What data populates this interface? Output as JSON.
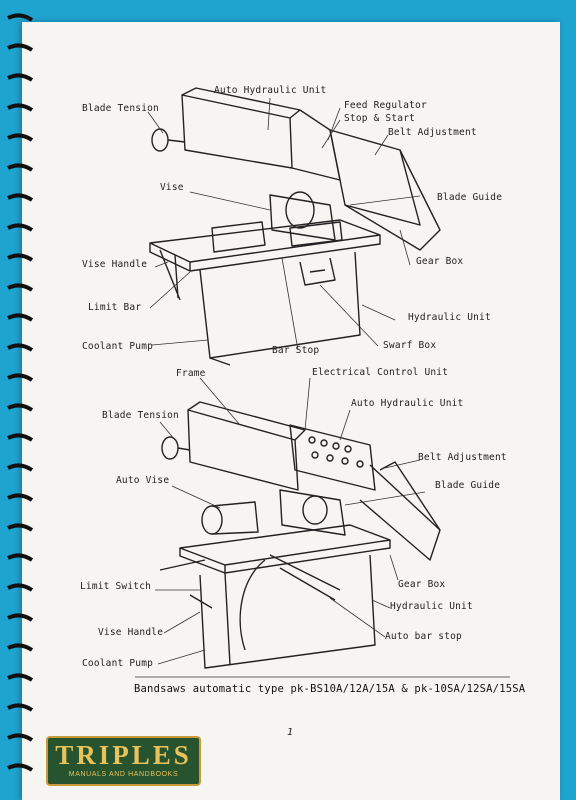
{
  "diagram1": {
    "labels": {
      "auto_hydraulic_unit": "Auto Hydraulic Unit",
      "blade_tension": "Blade Tension",
      "feed_regulator": "Feed Regulator",
      "stop_start": "Stop & Start",
      "belt_adjustment": "Belt Adjustment",
      "vise": "Vise",
      "blade_guide": "Blade Guide",
      "vise_handle": "Vise Handle",
      "gear_box": "Gear Box",
      "limit_bar": "Limit Bar",
      "hydraulic_unit": "Hydraulic Unit",
      "coolant_pump": "Coolant Pump",
      "swarf_box": "Swarf Box",
      "bar_stop": "Bar Stop"
    }
  },
  "diagram2": {
    "labels": {
      "frame": "Frame",
      "electrical_control_unit": "Electrical Control Unit",
      "auto_hydraulic_unit": "Auto Hydraulic Unit",
      "blade_tension": "Blade Tension",
      "belt_adjustment": "Belt Adjustment",
      "auto_vise": "Auto Vise",
      "blade_guide": "Blade Guide",
      "limit_switch": "Limit Switch",
      "gear_box": "Gear Box",
      "hydraulic_unit": "Hydraulic Unit",
      "vise_handle": "Vise Handle",
      "auto_bar_stop": "Auto bar stop",
      "coolant_pump": "Coolant Pump"
    }
  },
  "caption": "Bandsaws automatic type pk-BS10A/12A/15A & pk-10SA/12SA/15SA",
  "page_number": "1",
  "logo": {
    "main": "TRIPLES",
    "sub": "MANUALS AND HANDBOOKS"
  },
  "colors": {
    "background": "#1fa3cf",
    "paper": "#f6f5f1",
    "logo_bg": "#27532f",
    "logo_text": "#e8c25b"
  }
}
